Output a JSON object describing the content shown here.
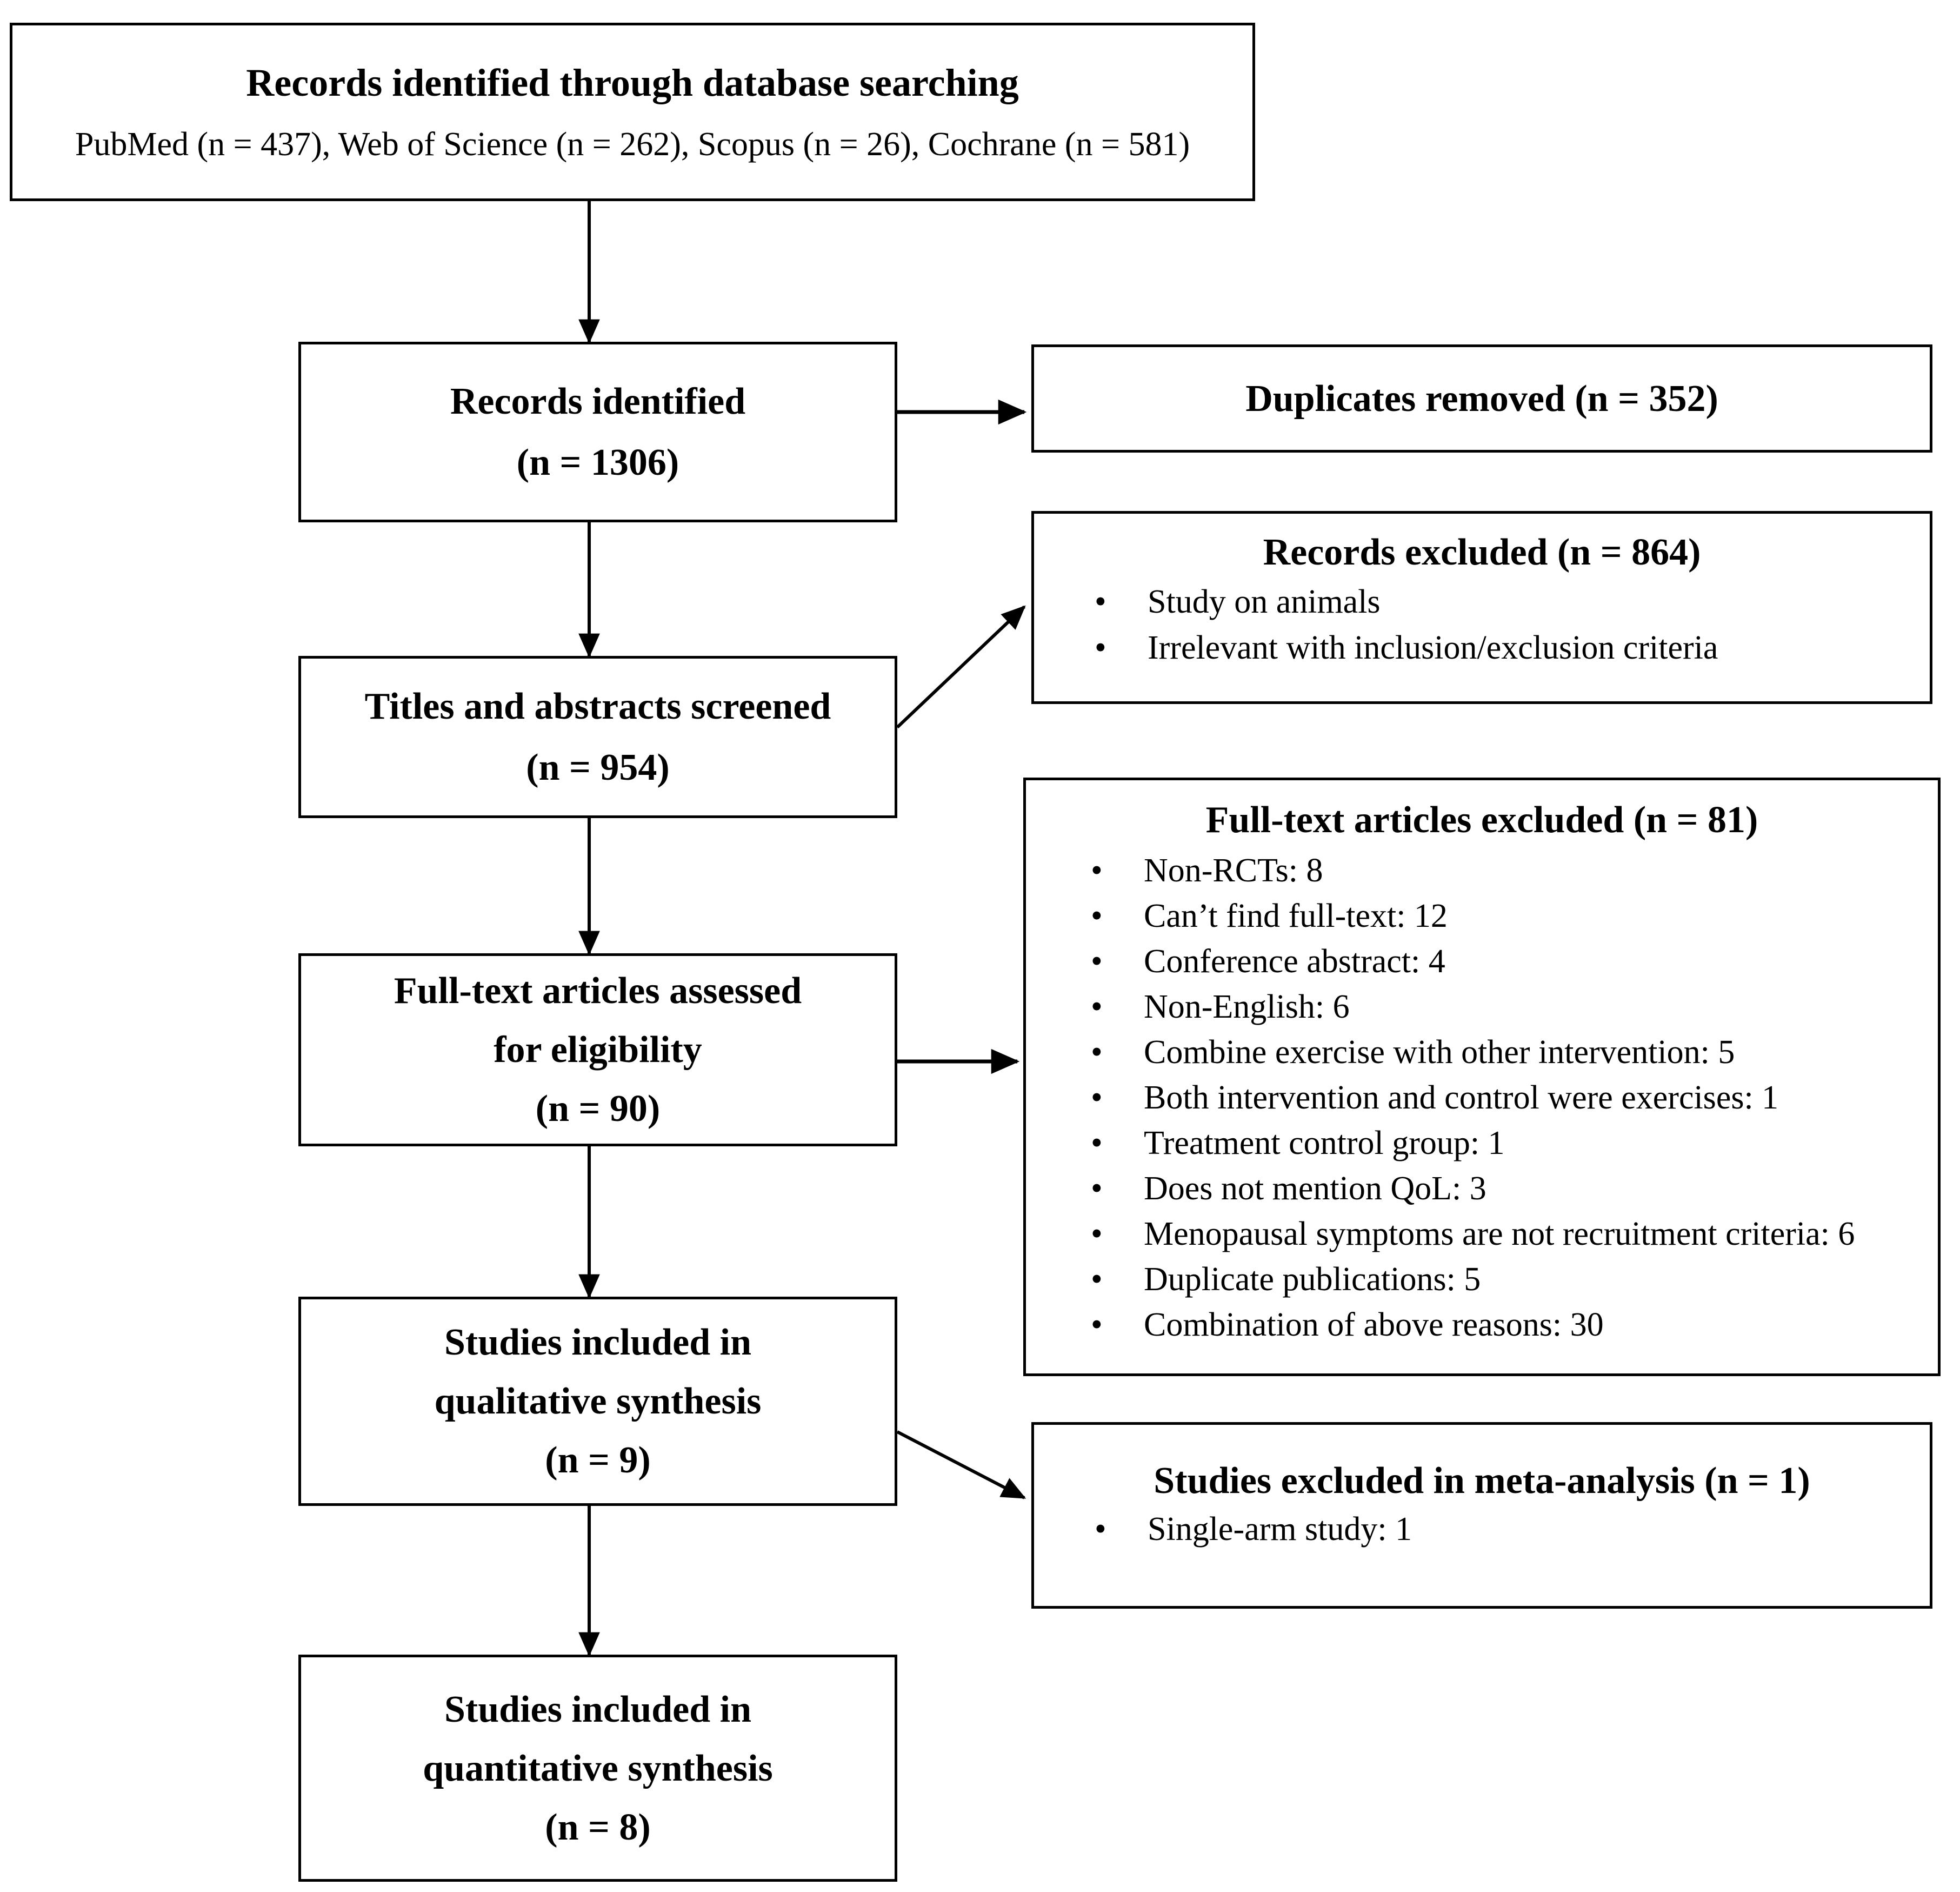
{
  "diagram": {
    "type": "prisma-flow-diagram",
    "boxes": {
      "identification": {
        "title": "Records identified through database searching",
        "sources": "PubMed (n = 437), Web of Science (n = 262), Scopus (n = 26), Cochrane (n = 581)"
      },
      "records_identified": {
        "title": "Records identified",
        "count": "(n = 1306)"
      },
      "duplicates_removed": {
        "title": "Duplicates removed (n = 352)"
      },
      "titles_screened": {
        "title": "Titles and abstracts screened",
        "count": "(n = 954)"
      },
      "records_excluded": {
        "heading": "Records excluded (n = 864)",
        "reasons": [
          "Study on animals",
          "Irrelevant with inclusion/exclusion criteria"
        ]
      },
      "fulltext_assessed": {
        "title_line1": "Full-text articles assessed",
        "title_line2": "for eligibility",
        "count": "(n = 90)"
      },
      "fulltext_excluded": {
        "heading": "Full-text articles excluded (n = 81)",
        "reasons": [
          "Non-RCTs: 8",
          "Can’t find full-text: 12",
          "Conference abstract: 4",
          "Non-English: 6",
          "Combine exercise with other intervention: 5",
          "Both intervention and control were exercises: 1",
          "Treatment control group: 1",
          "Does not mention QoL: 3",
          "Menopausal symptoms are not recruitment criteria: 6",
          "Duplicate publications: 5",
          "Combination of above reasons: 30"
        ]
      },
      "qualitative_synthesis": {
        "title_line1": "Studies included in",
        "title_line2": "qualitative synthesis",
        "count": "(n = 9)"
      },
      "meta_excluded": {
        "heading": "Studies excluded in meta-analysis (n = 1)",
        "reasons": [
          "Single-arm study: 1"
        ]
      },
      "quantitative_synthesis": {
        "title_line1": "Studies included in",
        "title_line2": "quantitative synthesis",
        "count": "(n = 8)"
      }
    },
    "bullet_glyph": "•",
    "colors": {
      "stroke": "#000000",
      "fill": "#ffffff",
      "text": "#000000"
    }
  }
}
